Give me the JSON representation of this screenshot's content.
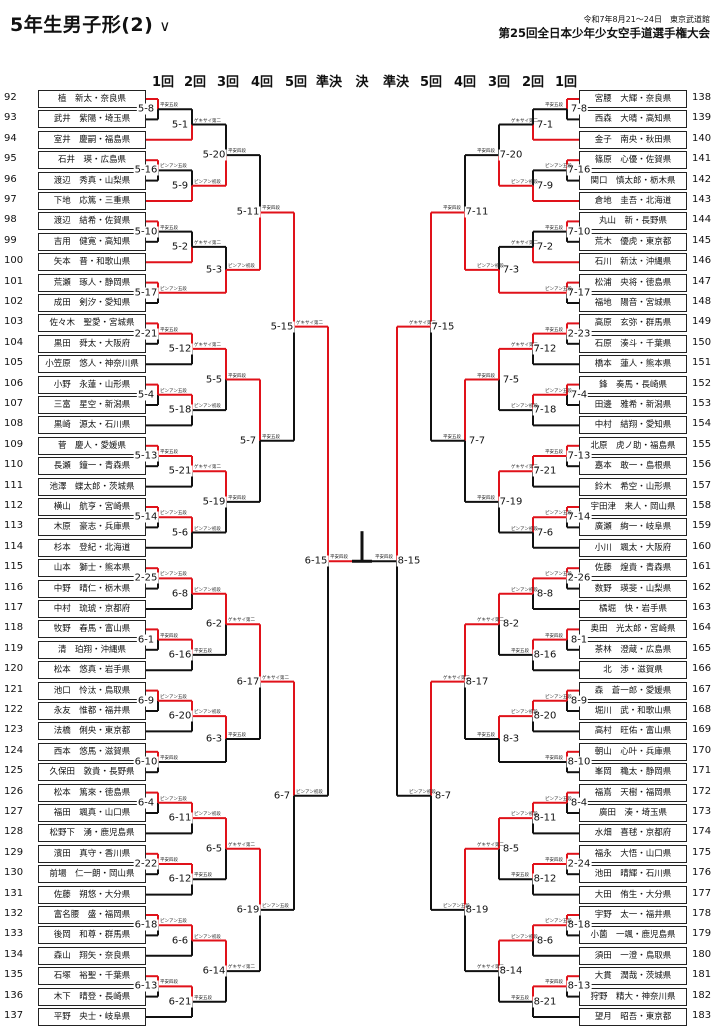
{
  "title": "5年生男子形(2)",
  "date_venue": "令和7年8月21～24日　東京武道館",
  "tournament": "第25回全日本少年少女空手道選手権大会",
  "round_labels": [
    "1回",
    "2回",
    "3回",
    "4回",
    "5回",
    "準決",
    "決",
    "準決",
    "5回",
    "4回",
    "3回",
    "2回",
    "1回"
  ],
  "left_players": [
    {
      "no": "92",
      "name": "植　新太・奈良県"
    },
    {
      "no": "93",
      "name": "武井　紫陽・埼玉県"
    },
    {
      "no": "94",
      "name": "室井　慶嗣・福島県"
    },
    {
      "no": "95",
      "name": "石井　瑛・広島県"
    },
    {
      "no": "96",
      "name": "渡辺　秀真・山梨県"
    },
    {
      "no": "97",
      "name": "下地　応篤・三重県"
    },
    {
      "no": "98",
      "name": "渡辺　結希・佐賀県"
    },
    {
      "no": "99",
      "name": "吉用　健寛・高知県"
    },
    {
      "no": "100",
      "name": "矢本　晋・和歌山県"
    },
    {
      "no": "101",
      "name": "荒瀬　琢人・静岡県"
    },
    {
      "no": "102",
      "name": "成田　剣汐・愛知県"
    },
    {
      "no": "103",
      "name": "佐々木　聖愛・宮城県"
    },
    {
      "no": "104",
      "name": "黒田　舜太・大阪府"
    },
    {
      "no": "105",
      "name": "小笠原　悠人・神奈川県"
    },
    {
      "no": "106",
      "name": "小野　永蓮・山形県"
    },
    {
      "no": "107",
      "name": "三富　星空・新潟県"
    },
    {
      "no": "108",
      "name": "黒崎　源太・石川県"
    },
    {
      "no": "109",
      "name": "菅　慶人・愛媛県"
    },
    {
      "no": "110",
      "name": "長瀬　鐘一・青森県"
    },
    {
      "no": "111",
      "name": "池澤　蝶太郎・茨城県"
    },
    {
      "no": "112",
      "name": "横山　航亨・宮崎県"
    },
    {
      "no": "113",
      "name": "木原　豪志・兵庫県"
    },
    {
      "no": "114",
      "name": "杉本　登紀・北海道"
    },
    {
      "no": "115",
      "name": "山本　獅士・熊本県"
    },
    {
      "no": "116",
      "name": "中野　晴仁・栃木県"
    },
    {
      "no": "117",
      "name": "中村　琉琥・京都府"
    },
    {
      "no": "118",
      "name": "牧野　春馬・富山県"
    },
    {
      "no": "119",
      "name": "清　珀翔・沖縄県"
    },
    {
      "no": "120",
      "name": "松本　悠真・岩手県"
    },
    {
      "no": "121",
      "name": "池口　怜汰・鳥取県"
    },
    {
      "no": "122",
      "name": "永友　惟都・福井県"
    },
    {
      "no": "123",
      "name": "法橋　俐央・東京都"
    },
    {
      "no": "124",
      "name": "西本　悠馬・滋賀県"
    },
    {
      "no": "125",
      "name": "久保田　敦貴・長野県"
    },
    {
      "no": "126",
      "name": "松本　篤來・徳島県"
    },
    {
      "no": "127",
      "name": "福田　颯真・山口県"
    },
    {
      "no": "128",
      "name": "松野下　湧・鹿児島県"
    },
    {
      "no": "129",
      "name": "濱田　真守・香川県"
    },
    {
      "no": "130",
      "name": "前場　仁一朗・岡山県"
    },
    {
      "no": "131",
      "name": "佐藤　朔悠・大分県"
    },
    {
      "no": "132",
      "name": "富名腰　盛・福岡県"
    },
    {
      "no": "133",
      "name": "後岡　和尊・群馬県"
    },
    {
      "no": "134",
      "name": "森山　翔矢・奈良県"
    },
    {
      "no": "135",
      "name": "石塚　裕聖・千葉県"
    },
    {
      "no": "136",
      "name": "木下　晴登・長崎県"
    },
    {
      "no": "137",
      "name": "平野　央士・岐阜県"
    }
  ],
  "right_players": [
    {
      "no": "138",
      "name": "宮腰　大輝・奈良県"
    },
    {
      "no": "139",
      "name": "西森　大晴・高知県"
    },
    {
      "no": "140",
      "name": "金子　南央・秋田県"
    },
    {
      "no": "141",
      "name": "篠原　心優・佐賀県"
    },
    {
      "no": "142",
      "name": "関口　慎太郎・栃木県"
    },
    {
      "no": "143",
      "name": "倉地　圭吾・北海道"
    },
    {
      "no": "144",
      "name": "丸山　新・長野県"
    },
    {
      "no": "145",
      "name": "荒木　優虎・東京都"
    },
    {
      "no": "146",
      "name": "石川　新汰・沖縄県"
    },
    {
      "no": "147",
      "name": "松浦　央将・徳島県"
    },
    {
      "no": "148",
      "name": "福地　陽音・宮城県"
    },
    {
      "no": "149",
      "name": "高原　玄弥・群馬県"
    },
    {
      "no": "150",
      "name": "石原　湊斗・千葉県"
    },
    {
      "no": "151",
      "name": "橋本　蓮人・熊本県"
    },
    {
      "no": "152",
      "name": "鋒　奏馬・長崎県"
    },
    {
      "no": "153",
      "name": "田邊　雅希・新潟県"
    },
    {
      "no": "154",
      "name": "中村　結翔・愛知県"
    },
    {
      "no": "155",
      "name": "北原　虎ノ助・福島県"
    },
    {
      "no": "156",
      "name": "嘉本　敢一・島根県"
    },
    {
      "no": "157",
      "name": "鈴木　希空・山形県"
    },
    {
      "no": "158",
      "name": "宇田津　来人・岡山県"
    },
    {
      "no": "159",
      "name": "廣瀬　絢一・岐阜県"
    },
    {
      "no": "160",
      "name": "小川　颯太・大阪府"
    },
    {
      "no": "161",
      "name": "佐藤　煌貴・青森県"
    },
    {
      "no": "162",
      "name": "数野　瑛斐・山梨県"
    },
    {
      "no": "163",
      "name": "橘堀　快・岩手県"
    },
    {
      "no": "164",
      "name": "奥田　光太郎・宮崎県"
    },
    {
      "no": "165",
      "name": "茶林　澄蔵・広島県"
    },
    {
      "no": "166",
      "name": "北　渉・滋賀県"
    },
    {
      "no": "167",
      "name": "森　蒼一郎・愛媛県"
    },
    {
      "no": "168",
      "name": "堀川　武・和歌山県"
    },
    {
      "no": "169",
      "name": "高村　旺佑・富山県"
    },
    {
      "no": "170",
      "name": "朝山　心叶・兵庫県"
    },
    {
      "no": "171",
      "name": "峯岡　穐太・静岡県"
    },
    {
      "no": "172",
      "name": "福嶌　天樹・福岡県"
    },
    {
      "no": "173",
      "name": "廣田　湊・埼玉県"
    },
    {
      "no": "174",
      "name": "水畑　喜毬・京都府"
    },
    {
      "no": "175",
      "name": "福永　大悟・山口県"
    },
    {
      "no": "176",
      "name": "池田　晴輝・石川県"
    },
    {
      "no": "177",
      "name": "大田　侑生・大分県"
    },
    {
      "no": "178",
      "name": "宇野　太一・福井県"
    },
    {
      "no": "179",
      "name": "小薗　一颯・鹿児島県"
    },
    {
      "no": "180",
      "name": "須田　一澄・鳥取県"
    },
    {
      "no": "181",
      "name": "大貫　潤哉・茨城県"
    },
    {
      "no": "182",
      "name": "狩野　精大・神奈川県"
    },
    {
      "no": "183",
      "name": "望月　昭吾・東京都"
    }
  ],
  "match_labels": [
    "5-8",
    "5-1",
    "5-16",
    "5-9",
    "5-20",
    "5-10",
    "5-2",
    "5-17",
    "5-3",
    "5-11",
    "2-21",
    "5-12",
    "5-4",
    "5-18",
    "5-5",
    "5-13",
    "5-21",
    "5-14",
    "5-6",
    "5-19",
    "5-7",
    "5-15",
    "2-25",
    "6-8",
    "6-1",
    "6-16",
    "6-2",
    "6-9",
    "6-20",
    "6-10",
    "6-3",
    "6-17",
    "6-4",
    "6-11",
    "2-22",
    "6-12",
    "6-5",
    "6-18",
    "6-6",
    "6-13",
    "6-21",
    "6-14",
    "6-19",
    "6-7",
    "6-15",
    "7-8",
    "7-1",
    "7-16",
    "7-9",
    "7-20",
    "7-10",
    "7-2",
    "7-17",
    "7-3",
    "7-11",
    "2-23",
    "7-12",
    "7-4",
    "7-18",
    "7-5",
    "7-13",
    "7-21",
    "7-14",
    "7-6",
    "7-19",
    "7-7",
    "7-15",
    "2-26",
    "8-8",
    "8-1",
    "8-16",
    "8-2",
    "8-9",
    "8-20",
    "8-10",
    "8-3",
    "8-17",
    "8-4",
    "8-11",
    "2-24",
    "8-12",
    "8-5",
    "8-18",
    "8-6",
    "8-13",
    "8-21",
    "8-14",
    "8-19",
    "8-7",
    "8-15"
  ],
  "kata_notes": [
    "平安五段",
    "ゲキサイ第二",
    "ピンアン五段",
    "ピンアン初段",
    "平安四段"
  ],
  "colors": {
    "win": "#e0121a",
    "line": "#111111"
  }
}
